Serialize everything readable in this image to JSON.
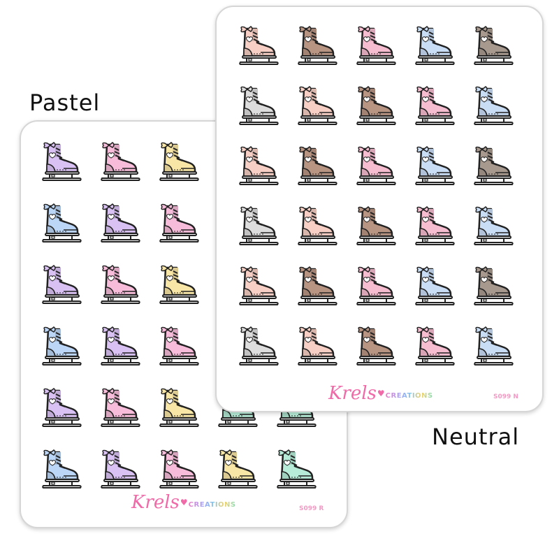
{
  "labels": {
    "pastel": "Pastel",
    "neutral": "Neutral"
  },
  "outline_color": "#222222",
  "pastel_sheet": {
    "code": "S099 R",
    "logo": {
      "script": "Krels",
      "caps": "CREATIONS"
    },
    "rows": [
      [
        "#d9c2f3",
        "#f6bcd9",
        "#f8e6a6",
        "#bcd6f7",
        "#d9c2f3"
      ],
      [
        "#bcd6f7",
        "#d9c2f3",
        "#f6bcd9",
        "#f8e6a6",
        "#b6ecd8"
      ],
      [
        "#d9c2f3",
        "#f6bcd9",
        "#f8e6a6",
        "#bcd6f7",
        "#d9c2f3"
      ],
      [
        "#bcd6f7",
        "#d9c2f3",
        "#f6bcd9",
        "#f8e6a6",
        "#b6ecd8"
      ],
      [
        "#d9c2f3",
        "#f6bcd9",
        "#f8e6a6",
        "#b6ecd8",
        "#b6ecd8"
      ],
      [
        "#bcd6f7",
        "#d9c2f3",
        "#f6bcd9",
        "#f8e6a6",
        "#b6ecd8"
      ]
    ]
  },
  "neutral_sheet": {
    "code": "S099 N",
    "logo": {
      "script": "Krels",
      "caps": "CREATIONS"
    },
    "rows": [
      [
        "#f7cfc4",
        "#b89482",
        "#f6bcd0",
        "#c9ddf5",
        "#a8998f"
      ],
      [
        "#dddddd",
        "#f7cfc4",
        "#b89482",
        "#f6bcd0",
        "#c9ddf5"
      ],
      [
        "#f7cfc4",
        "#b89482",
        "#f6bcd0",
        "#c9ddf5",
        "#a8998f"
      ],
      [
        "#dddddd",
        "#f7cfc4",
        "#b89482",
        "#f6bcd0",
        "#c9ddf5"
      ],
      [
        "#f7cfc4",
        "#b89482",
        "#f6bcd0",
        "#c9ddf5",
        "#a8998f"
      ],
      [
        "#dddddd",
        "#f7cfc4",
        "#b89482",
        "#f6bcd0",
        "#c9ddf5"
      ]
    ]
  }
}
